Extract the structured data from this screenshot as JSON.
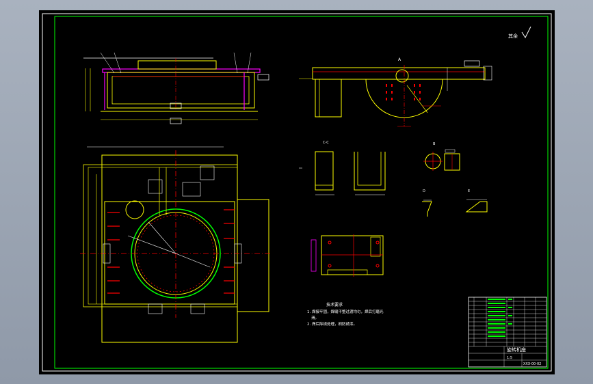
{
  "drawing": {
    "roughness_symbol": "其余",
    "section_label_cc": "C-C",
    "view_label_a": "A",
    "view_label_b": "B",
    "view_label_d": "D",
    "view_label_e": "E",
    "tech_req_title": "技术要求",
    "tech_req_line1": "1. 焊接牢固，焊缝平整过渡均匀，焊后打磨光",
    "tech_req_line1b": "滑。",
    "tech_req_line2": "2. 焊后除锈处理，刷防锈漆。",
    "title_block_name": "旋转机座",
    "title_block_drawing_no": "XXX-00-02",
    "title_block_scale": "1:5"
  },
  "colors": {
    "frame": "#00ff00",
    "outline": "#ffff00",
    "centerline": "#ff0000",
    "hatch": "#ff00ff",
    "white": "#ffffff",
    "cyan": "#00ffff"
  }
}
